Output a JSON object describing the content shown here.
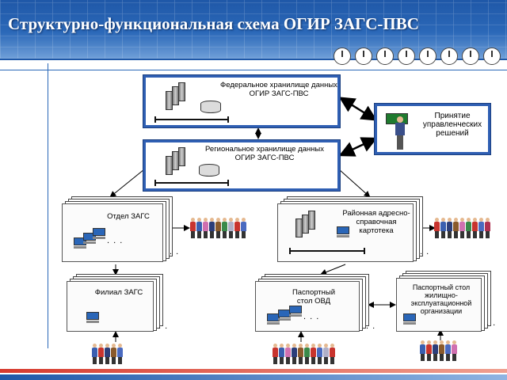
{
  "title": "Структурно-функциональная схема ОГИР ЗАГС-ПВС",
  "nodes": {
    "federal": "Федеральное хранилище данных ОГИР ЗАГС-ПВС",
    "regional": "Региональное хранилище данных ОГИР ЗАГС-ПВС",
    "decisions": "Принятие управленческих решений",
    "zags_dept": "Отдел ЗАГС",
    "address_index": "Районная адресно-справочная картотека",
    "zags_branch": "Филиал ЗАГС",
    "passport_ovd": "Паспортный стол ОВД",
    "passport_housing": "Паспортный стол жилищно-эксплуатационной организации"
  },
  "colors": {
    "header": "#1f58a8",
    "box": "#2f5fb3",
    "accent_red": "#d63a2e"
  },
  "icons": [
    "server-icon",
    "database-icon",
    "computer-icon",
    "people-icon",
    "clock-icon",
    "presenter-icon"
  ]
}
